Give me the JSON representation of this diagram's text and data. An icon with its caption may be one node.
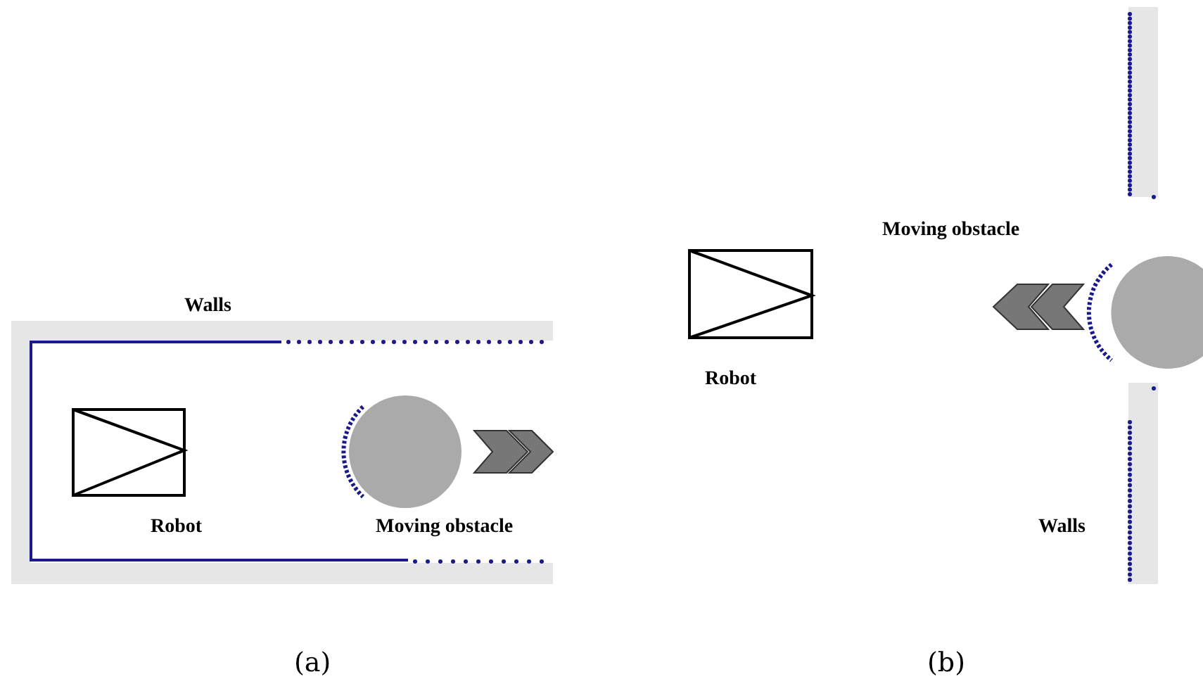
{
  "diagram": {
    "labels": [
      "Walls",
      "Robot",
      "Moving obstacle",
      "(a)",
      "Moving obstacle",
      "Robot",
      "Walls",
      "(b)"
    ]
  }
}
